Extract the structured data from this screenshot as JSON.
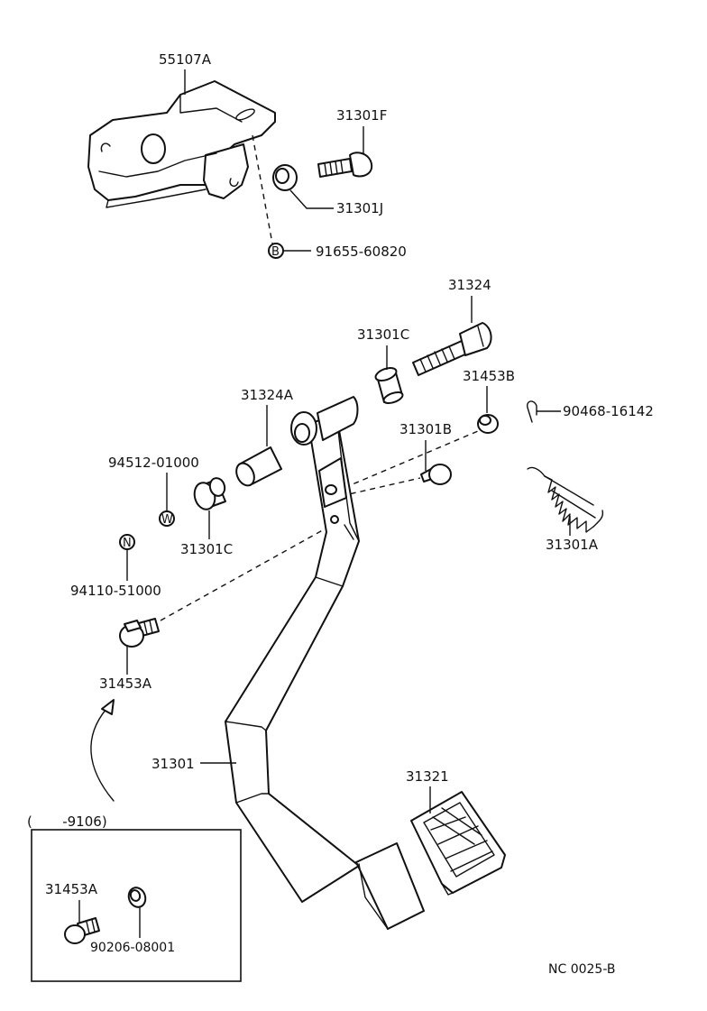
{
  "labels": {
    "p55107A": "55107A",
    "p31301F": "31301F",
    "p31301J": "31301J",
    "p91655": "91655-60820",
    "p91655_mark": "B",
    "p31324": "31324",
    "p31301C_top": "31301C",
    "p31453B": "31453B",
    "p90468": "90468-16142",
    "p31324A": "31324A",
    "p31301B": "31301B",
    "p94512": "94512-01000",
    "p94512_mark": "W",
    "p31301C_left": "31301C",
    "p31301A": "31301A",
    "p94110": "94110-51000",
    "p94110_mark": "N",
    "p31453A": "31453A",
    "p31301": "31301",
    "p31321": "31321"
  },
  "inset": {
    "date_range": "(       -9106)",
    "p31453A": "31453A",
    "p90206": "90206-08001"
  },
  "footer": {
    "code": "NC 0025-B"
  },
  "icons": [
    "bracket-icon",
    "bolt-icon",
    "bushing-icon",
    "washer-icon",
    "clip-icon",
    "spring-icon",
    "pedal-lever-icon",
    "pedal-pad-icon",
    "stopper-bolt-icon",
    "pin-icon"
  ]
}
